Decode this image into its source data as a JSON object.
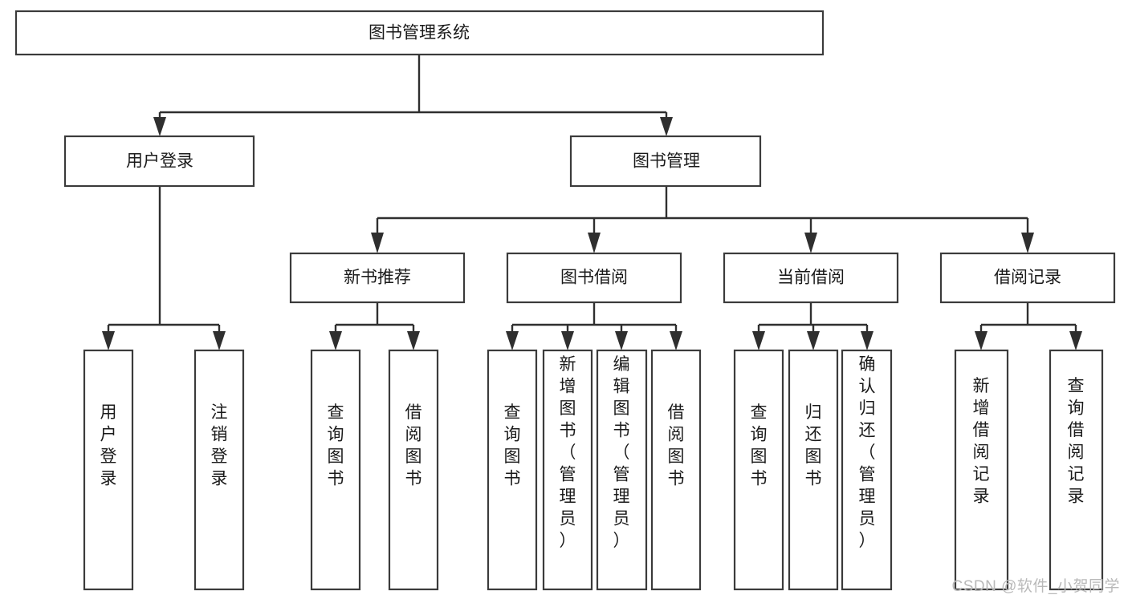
{
  "diagram": {
    "title": "图书管理系统",
    "type": "tree",
    "watermark": "CSDN @软件_小贺同学",
    "colors": {
      "box_stroke": "#3b3b3b",
      "box_fill": "#ffffff",
      "connector": "#2f2f2f",
      "text": "#1a1a1a",
      "watermark": "#b9b9b9",
      "background": "#ffffff"
    },
    "levels": {
      "root": [
        {
          "id": "root",
          "label": "图书管理系统"
        }
      ],
      "level1": [
        {
          "id": "user-login",
          "label": "用户登录"
        },
        {
          "id": "book-manage",
          "label": "图书管理"
        }
      ],
      "level2": [
        {
          "id": "new-book-recommend",
          "label": "新书推荐",
          "parent": "book-manage"
        },
        {
          "id": "book-borrow",
          "label": "图书借阅",
          "parent": "book-manage"
        },
        {
          "id": "current-borrow",
          "label": "当前借阅",
          "parent": "book-manage"
        },
        {
          "id": "borrow-record",
          "label": "借阅记录",
          "parent": "book-manage"
        }
      ],
      "leaves": [
        {
          "id": "leaf-user-login",
          "label": "用户登录",
          "parent": "user-login"
        },
        {
          "id": "leaf-logout-login",
          "label": "注销登录",
          "parent": "user-login"
        },
        {
          "id": "leaf-query-book-1",
          "label": "查询图书",
          "parent": "new-book-recommend"
        },
        {
          "id": "leaf-borrow-book-1",
          "label": "借阅图书",
          "parent": "new-book-recommend"
        },
        {
          "id": "leaf-query-book-2",
          "label": "查询图书",
          "parent": "book-borrow"
        },
        {
          "id": "leaf-add-book",
          "label": "新增图书（管理员）",
          "parent": "book-borrow"
        },
        {
          "id": "leaf-edit-book",
          "label": "编辑图书（管理员）",
          "parent": "book-borrow"
        },
        {
          "id": "leaf-borrow-book-2",
          "label": "借阅图书",
          "parent": "book-borrow"
        },
        {
          "id": "leaf-query-book-3",
          "label": "查询图书",
          "parent": "current-borrow"
        },
        {
          "id": "leaf-return-book",
          "label": "归还图书",
          "parent": "current-borrow"
        },
        {
          "id": "leaf-confirm-return",
          "label": "确认归还（管理员）",
          "parent": "current-borrow"
        },
        {
          "id": "leaf-add-record",
          "label": "新增借阅记录",
          "parent": "borrow-record"
        },
        {
          "id": "leaf-query-record",
          "label": "查询借阅记录",
          "parent": "borrow-record"
        }
      ]
    }
  }
}
